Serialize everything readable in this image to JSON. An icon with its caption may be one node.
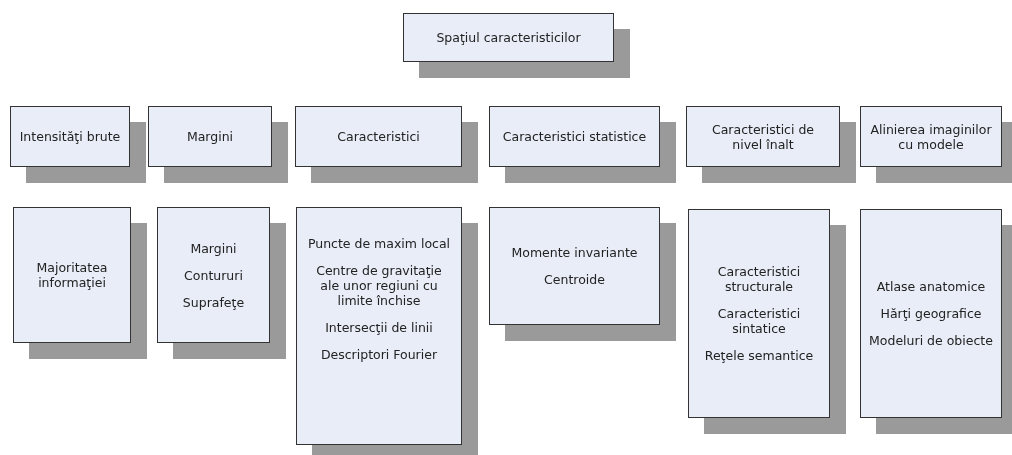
{
  "diagram": {
    "nodes": [
      {
        "text": [
          "Spaţiul caracteristicilor"
        ]
      },
      {
        "text": [
          "Intensităţi brute"
        ]
      },
      {
        "text": [
          "Margini"
        ]
      },
      {
        "text": [
          "Caracteristici"
        ]
      },
      {
        "text": [
          "Caracteristici statistice"
        ]
      },
      {
        "text": [
          "Caracteristici de nivel înalt"
        ]
      },
      {
        "text": [
          "Alinierea imaginilor cu modele"
        ]
      },
      {
        "text": [
          "Majoritatea informaţiei"
        ]
      },
      {
        "text": [
          "Margini",
          "Contururi",
          "Suprafeţe"
        ]
      },
      {
        "text": [
          "Puncte de maxim local",
          "Centre de gravitaţie ale unor regiuni cu limite închise",
          "Intersecţii de linii",
          "Descriptori Fourier"
        ]
      },
      {
        "text": [
          "Momente invariante",
          "Centroide"
        ]
      },
      {
        "text": [
          "Caracteristici structurale",
          "Caracteristici sintatice",
          "Reţele semantice"
        ]
      },
      {
        "text": [
          "Atlase anatomice",
          "Hărţi geografice",
          "Modeluri de obiecte"
        ]
      }
    ]
  }
}
